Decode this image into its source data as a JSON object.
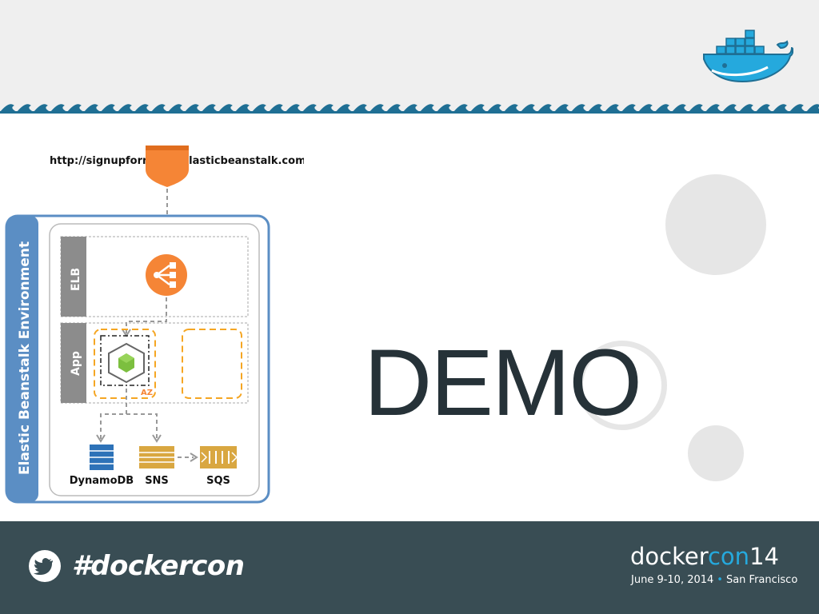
{
  "slide": {
    "title": "DEMO"
  },
  "diagram": {
    "url": "http://signupform-env.elasticbeanstalk.com",
    "environment_label": "Elastic Beanstalk Environment",
    "tier_elb": "ELB",
    "tier_app": "App",
    "az_label": "AZ",
    "services": [
      "DynamoDB",
      "SNS",
      "SQS"
    ]
  },
  "footer": {
    "hashtag": "#dockercon",
    "brand_part1": "docker",
    "brand_part2": "con",
    "brand_part3": "14",
    "event_dates": "June 9-10, 2014",
    "event_separator": "•",
    "event_city": "San Francisco"
  },
  "colors": {
    "header_bg": "#efefef",
    "footer_bg": "#394d54",
    "docker_blue": "#25a9dd",
    "aws_orange": "#f58536",
    "env_blue": "#5b8ec4",
    "dynamodb_blue": "#2d72b8",
    "sns_gold": "#d9a741",
    "title_color": "#263238"
  },
  "icons": [
    "docker-whale-icon",
    "route53-shield-icon",
    "elb-icon",
    "ec2-instance-icon",
    "dynamodb-icon",
    "sns-icon",
    "sqs-icon",
    "twitter-bird-icon"
  ]
}
